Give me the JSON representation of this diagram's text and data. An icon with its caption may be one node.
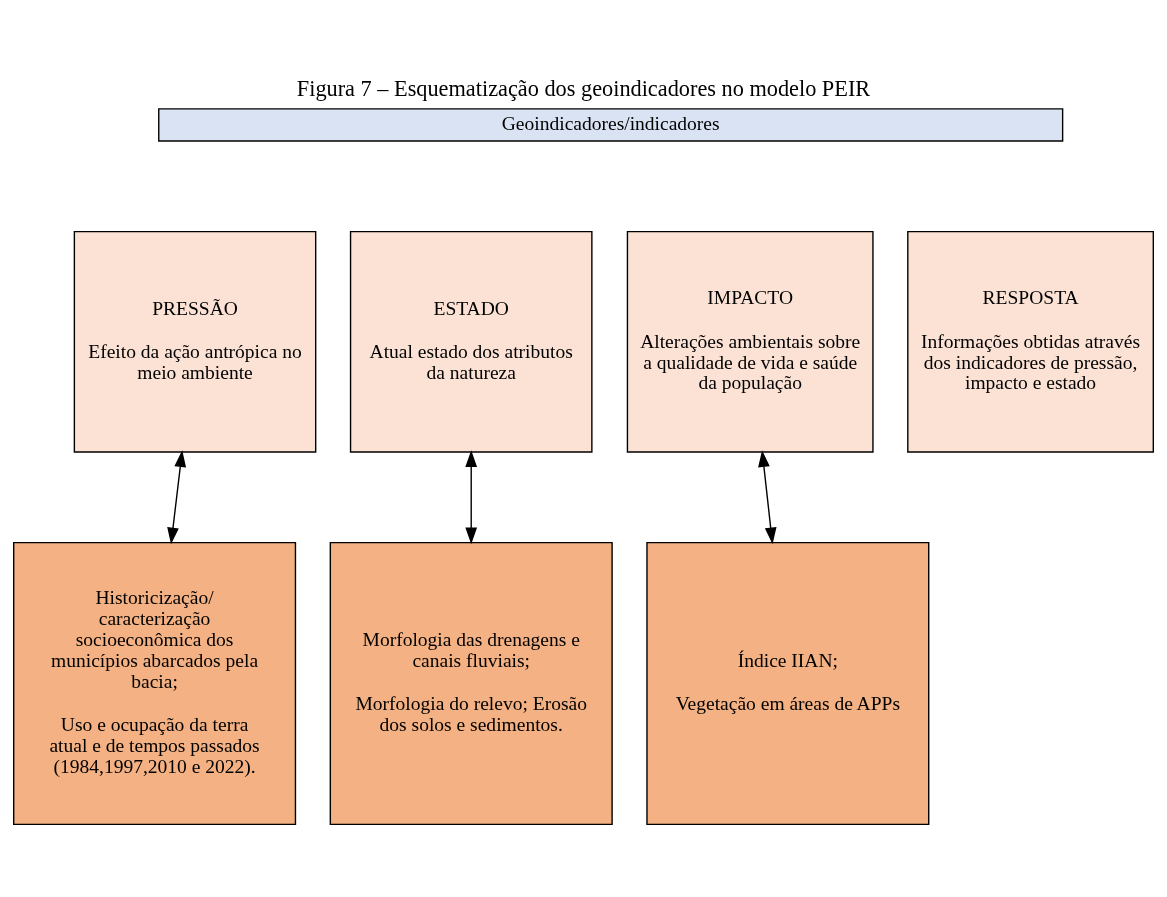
{
  "diagram": {
    "title": "Figura 7 – Esquematização dos geoindicadores no modelo PEIR",
    "nodes": [
      {
        "text": [
          "Geoindicadores/indicadores"
        ]
      },
      {
        "text": [
          "PRESSÃO",
          "Efeito da ação antrópica no meio ambiente"
        ]
      },
      {
        "text": [
          "ESTADO",
          "Atual estado dos atributos da natureza"
        ]
      },
      {
        "text": [
          "IMPACTO",
          "Alterações ambientais sobre a qualidade de vida e saúde da população"
        ]
      },
      {
        "text": [
          "RESPOSTA",
          "Informações obtidas através dos indicadores de pressão, impacto e estado"
        ]
      },
      {
        "text": [
          "Historicização/ caracterização socioeconômica dos municípios abarcados pela bacia;",
          "Uso e ocupação da terra atual e de tempos passados (1984,1997,2010 e 2022)."
        ]
      },
      {
        "text": [
          "Morfologia das drenagens e canais fluviais;",
          "Morfologia do relevo; Erosão dos solos e sedimentos."
        ]
      },
      {
        "text": [
          "Índice IIAN;",
          "Vegetação em áreas de APPs"
        ]
      }
    ],
    "edges": [
      {
        "from": 1,
        "to": 5,
        "arrow": "both"
      },
      {
        "from": 2,
        "to": 6,
        "arrow": "both"
      },
      {
        "from": 3,
        "to": 7,
        "arrow": "both"
      }
    ]
  }
}
